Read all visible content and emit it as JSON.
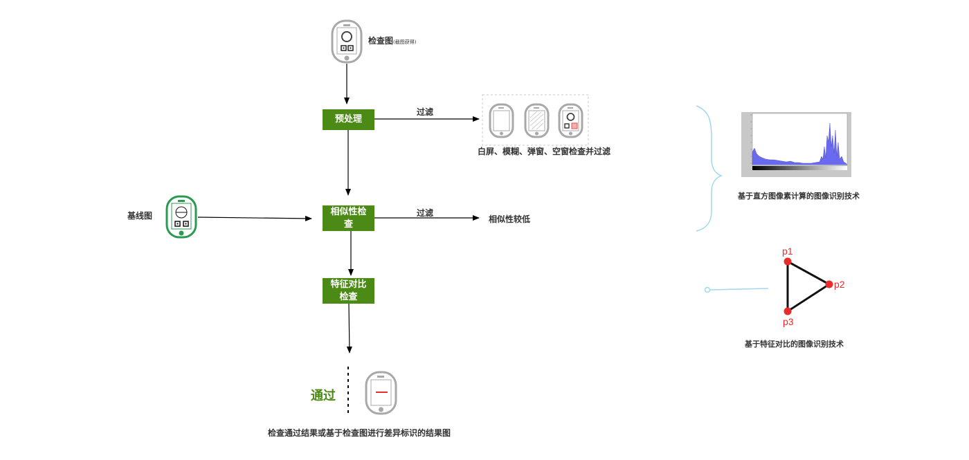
{
  "check_image": {
    "label": "检查图",
    "note": "(截图获得)"
  },
  "boxes": {
    "preprocess": "预处理",
    "similarity_1": "相似性检",
    "similarity_2": "查",
    "feature_1": "特征对比",
    "feature_2": "检查"
  },
  "baseline_label": "基线图",
  "filter_top_label": "过滤",
  "filter_mid_label": "过滤",
  "filter_states_caption": "白屏、模糊、弹窗、空窗检查并过滤",
  "low_similarity_label": "相似性较低",
  "pass_label": "通过",
  "result_caption": "检查通过结果或基于检查图进行差异标识的结果图",
  "histogram_caption": "基于直方图像素计算的图像识别技术",
  "feature_caption": "基于特征对比的图像识别技术",
  "points": {
    "p1": "p1",
    "p2": "p2",
    "p3": "p3"
  },
  "colors": {
    "box_green": "#4b8a14",
    "device_gray": "#a0a0a0",
    "device_green": "#2a9a50",
    "point_red": "#e82b2b",
    "brace_blue": "#9fd8ef",
    "histogram_blue": "#6a6aee"
  }
}
